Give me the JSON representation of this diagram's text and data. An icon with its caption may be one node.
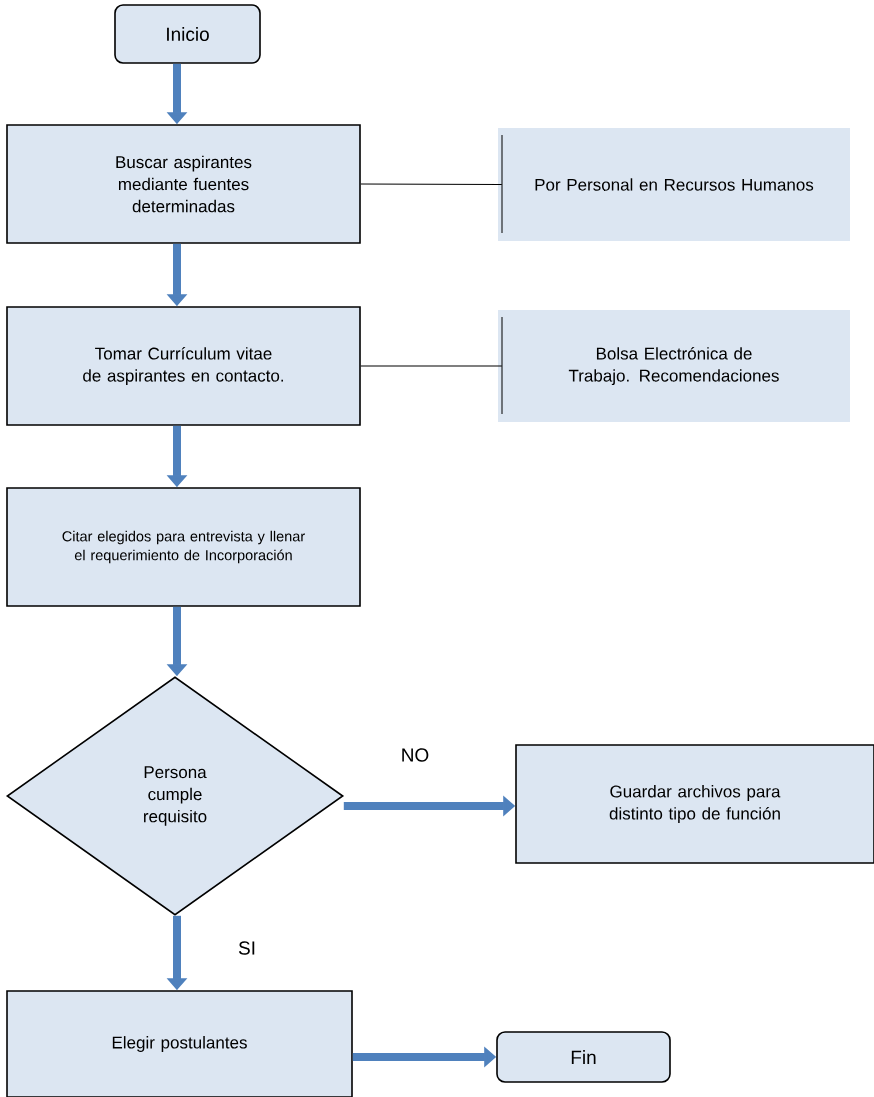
{
  "diagram": {
    "nodes": [
      {
        "text": [
          "Inicio"
        ]
      },
      {
        "text": [
          "Buscar aspirantes mediante fuentes determinadas"
        ]
      },
      {
        "text": [
          "Por Personal en Recursos Humanos"
        ]
      },
      {
        "text": [
          "Tomar Currículum vitae de aspirantes en contacto."
        ]
      },
      {
        "text": [
          "Bolsa Electrónica de Trabajo. Recomendaciones"
        ]
      },
      {
        "text": [
          "Citar elegidos para entrevista y llenar el requerimiento de Incorporación"
        ]
      },
      {
        "text": [
          "Persona cumple requisito"
        ]
      },
      {
        "text": [
          "Guardar archivos para distinto tipo de función"
        ]
      },
      {
        "text": [
          "Elegir postulantes"
        ]
      },
      {
        "text": [
          "Fin"
        ]
      }
    ],
    "edges": [
      {
        "from": 0,
        "to": 1,
        "arrow": "to"
      },
      {
        "from": 1,
        "to": 2,
        "arrow": "none",
        "color": "#000000"
      },
      {
        "from": 1,
        "to": 3,
        "arrow": "to"
      },
      {
        "from": 3,
        "to": 4,
        "arrow": "none",
        "color": "#000000"
      },
      {
        "from": 3,
        "to": 5,
        "arrow": "to"
      },
      {
        "from": 5,
        "to": 6,
        "arrow": "to"
      },
      {
        "from": 6,
        "to": 7,
        "arrow": "to",
        "label": "NO"
      },
      {
        "from": 6,
        "to": 8,
        "arrow": "to",
        "label": "SI"
      },
      {
        "from": 8,
        "to": 9,
        "arrow": "to"
      }
    ]
  }
}
